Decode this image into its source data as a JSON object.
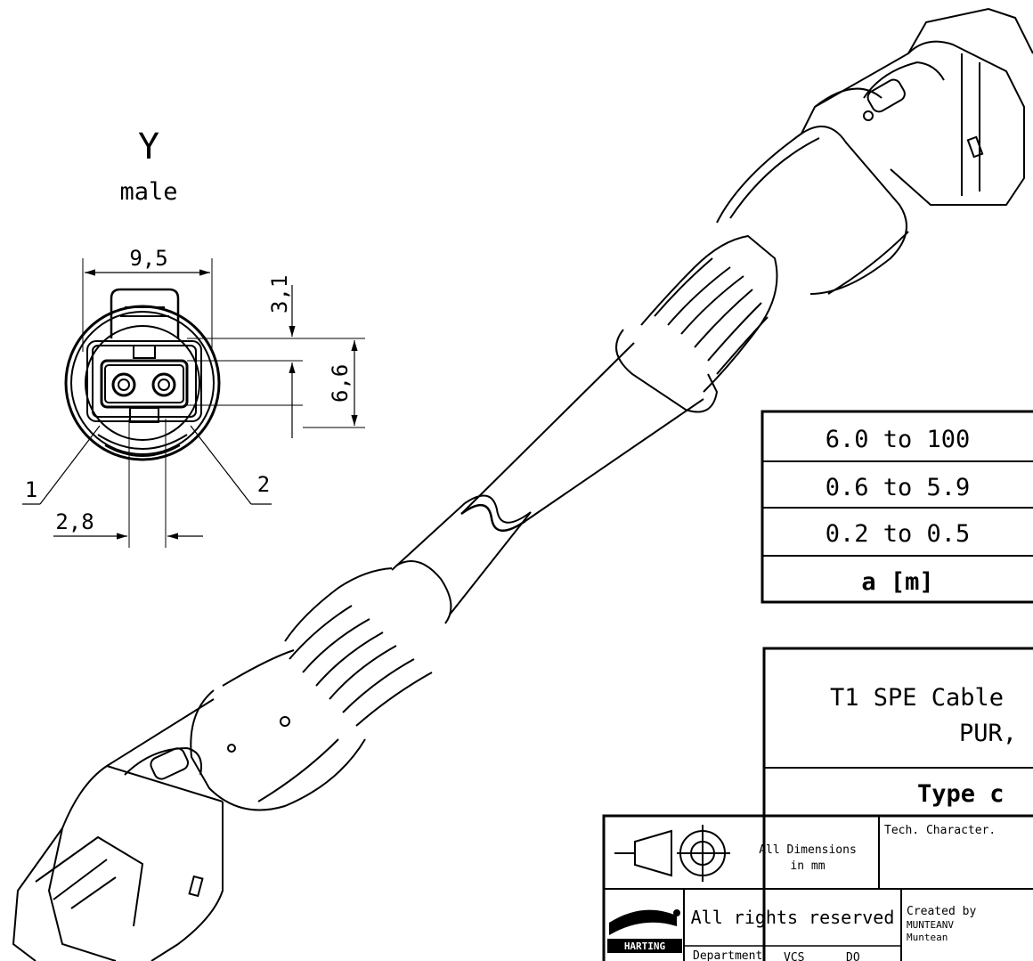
{
  "view": {
    "letter": "Y",
    "gender": "male",
    "dimensions": {
      "width": "9,5",
      "top_offset": "3,1",
      "height": "6,6",
      "pin_pitch": "2,8"
    },
    "pin_labels": [
      "1",
      "2"
    ]
  },
  "length_table": {
    "rows": [
      "6.0 to 100",
      "0.6 to 5.9",
      "0.2 to 0.5"
    ],
    "header": "a [m]"
  },
  "title_block": {
    "title_line1": "T1 SPE Cable",
    "title_line2": "PUR,",
    "type_label": "Type c",
    "dimensions_note_line1": "All Dimensions",
    "dimensions_note_line2": "in mm",
    "tech_character": "Tech. Character.",
    "rights": "All rights reserved",
    "created_by_label": "Created by",
    "created_by_user": "MUNTEANV",
    "created_by_name": "Muntean",
    "department": "Department",
    "department_code": "VCS",
    "department_suffix": "DO",
    "logo_text": "HARTING"
  }
}
